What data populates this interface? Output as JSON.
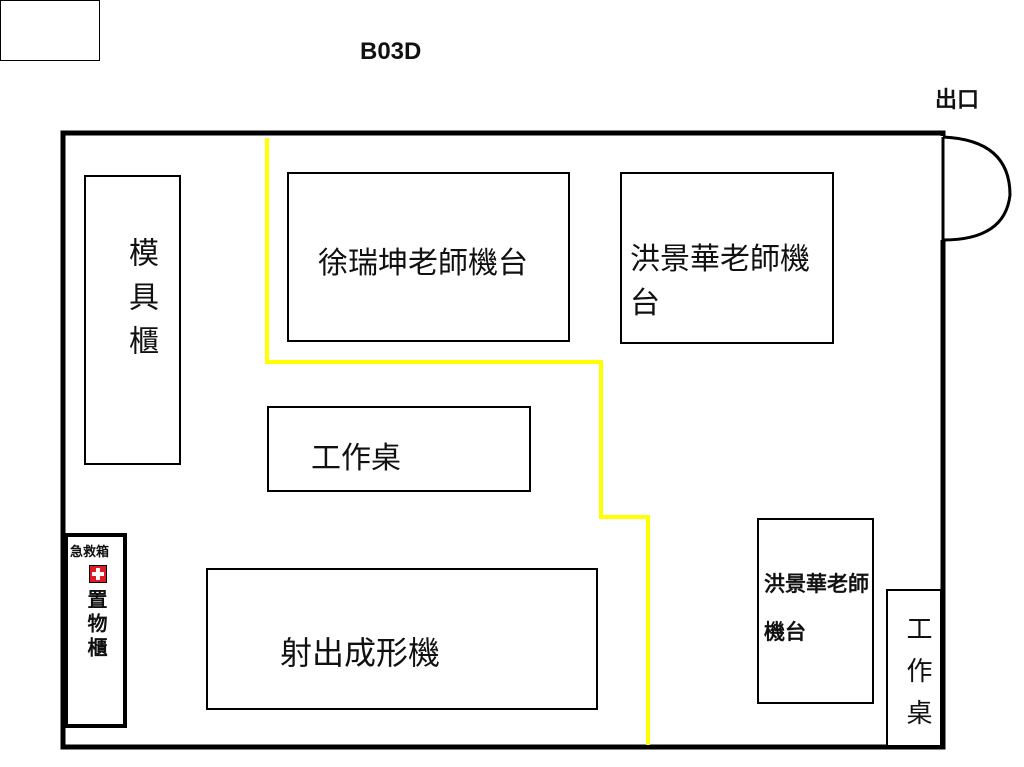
{
  "room_code": "B03D",
  "exit_label": "出口",
  "areas": {
    "mold_cabinet": "模具櫃",
    "machine_hsu": "徐瑞坤老師機台",
    "machine_hung_top": "洪景華老師機台",
    "work_table_center": "工作桌",
    "injection_machine": "射出成形機",
    "first_aid_kit": "急救箱",
    "storage_cabinet": "置物櫃",
    "machine_hung_small_line1": "洪景華老師",
    "machine_hung_small_line2": "機台",
    "work_table_right": "工作桌"
  },
  "colors": {
    "wall": "#000000",
    "path_line": "#ffff00",
    "first_aid_red": "#e01b24"
  }
}
